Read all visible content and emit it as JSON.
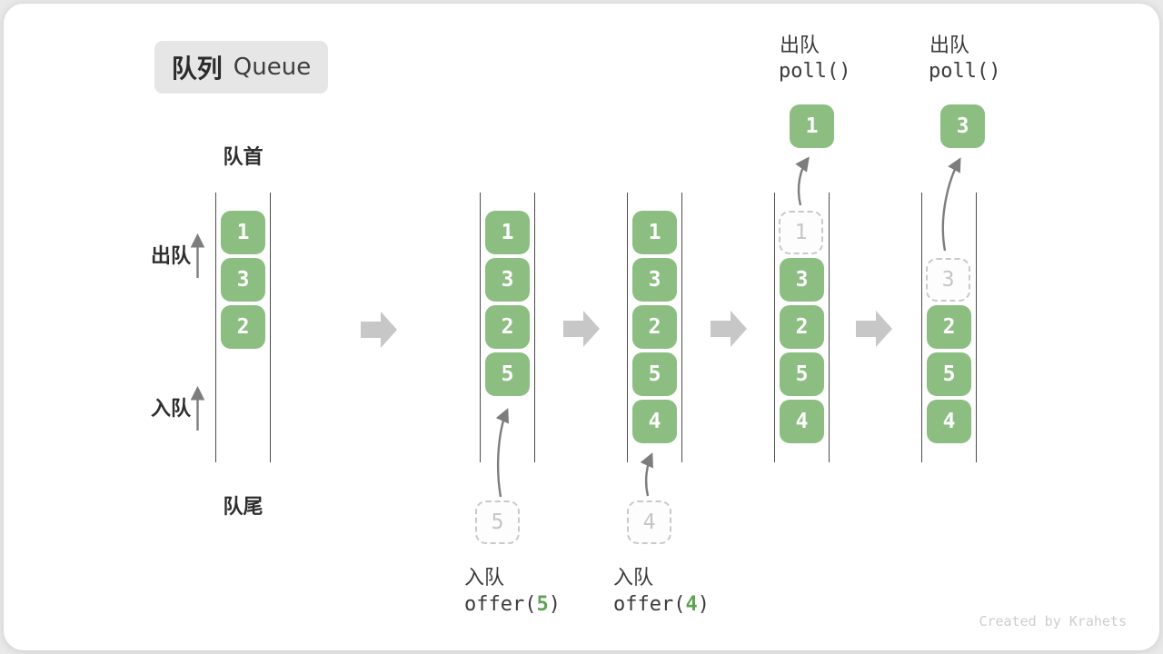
{
  "title": {
    "zh": "队列",
    "en": "Queue"
  },
  "labels": {
    "front": "队首",
    "rear": "队尾",
    "dequeue": "出队",
    "enqueue": "入队"
  },
  "states": [
    {
      "name": "initial",
      "items": [
        {
          "value": "1",
          "type": "solid"
        },
        {
          "value": "3",
          "type": "solid"
        },
        {
          "value": "2",
          "type": "solid"
        }
      ]
    },
    {
      "name": "after-offer-5",
      "items": [
        {
          "value": "1",
          "type": "solid"
        },
        {
          "value": "3",
          "type": "solid"
        },
        {
          "value": "2",
          "type": "solid"
        },
        {
          "value": "5",
          "type": "solid"
        }
      ]
    },
    {
      "name": "after-offer-4",
      "items": [
        {
          "value": "1",
          "type": "solid"
        },
        {
          "value": "3",
          "type": "solid"
        },
        {
          "value": "2",
          "type": "solid"
        },
        {
          "value": "5",
          "type": "solid"
        },
        {
          "value": "4",
          "type": "solid"
        }
      ]
    },
    {
      "name": "after-poll-1",
      "items": [
        {
          "value": "1",
          "type": "dashed"
        },
        {
          "value": "3",
          "type": "solid"
        },
        {
          "value": "2",
          "type": "solid"
        },
        {
          "value": "5",
          "type": "solid"
        },
        {
          "value": "4",
          "type": "solid"
        }
      ]
    },
    {
      "name": "after-poll-3",
      "items": [
        {
          "value": "3",
          "type": "dashed"
        },
        {
          "value": "2",
          "type": "solid"
        },
        {
          "value": "5",
          "type": "solid"
        },
        {
          "value": "4",
          "type": "solid"
        }
      ]
    }
  ],
  "operations": {
    "enqueue_5": {
      "label": "入队",
      "code_prefix": "offer(",
      "arg": "5",
      "code_suffix": ")",
      "pending_value": "5"
    },
    "enqueue_4": {
      "label": "入队",
      "code_prefix": "offer(",
      "arg": "4",
      "code_suffix": ")",
      "pending_value": "4"
    },
    "poll_1": {
      "label": "出队",
      "code": "poll()",
      "result_value": "1"
    },
    "poll_3": {
      "label": "出队",
      "code": "poll()",
      "result_value": "3"
    }
  },
  "watermark": "Created by Krahets",
  "colors": {
    "element_green": "#8CBE82",
    "accent_green": "#5EA353",
    "block_arrow_gray": "#C7C7C7",
    "line_dark": "#4c4c4c",
    "title_box_bg": "#e6e6e6"
  }
}
